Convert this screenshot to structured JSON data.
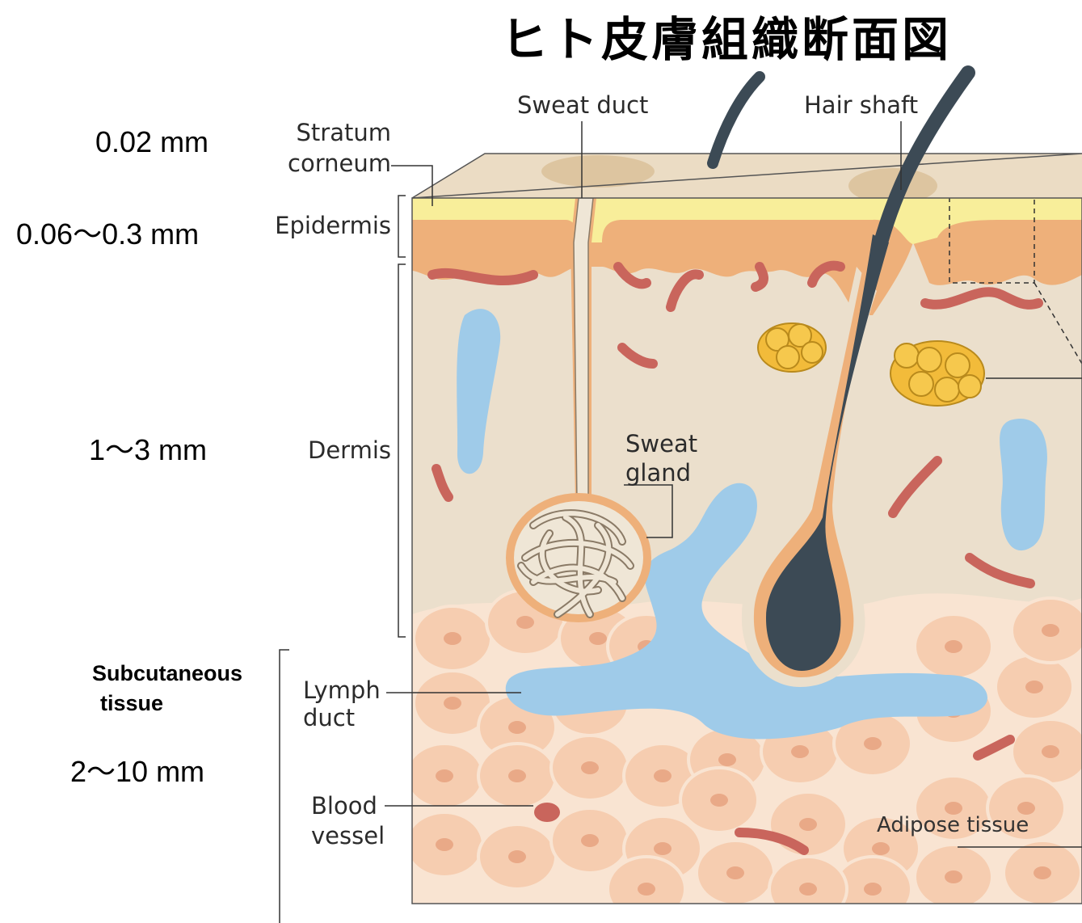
{
  "title": "ヒト皮膚組織断面図",
  "thickness": {
    "stratum_corneum": "0.02 mm",
    "epidermis": "0.06〜0.3 mm",
    "dermis": "1〜3 mm",
    "subcutaneous_heading_1": "Subcutaneous",
    "subcutaneous_heading_2": "tissue",
    "subcutaneous": "2〜10 mm"
  },
  "labels": {
    "stratum_corneum_1": "Stratum",
    "stratum_corneum_2": "corneum",
    "epidermis": "Epidermis",
    "dermis": "Dermis",
    "sweat_duct": "Sweat duct",
    "hair_shaft": "Hair shaft",
    "sweat_gland_1": "Sweat",
    "sweat_gland_2": "gland",
    "lymph_duct_1": "Lymph",
    "lymph_duct_2": "duct",
    "blood_vessel_1": "Blood",
    "blood_vessel_2": "vessel",
    "adipose_tissue": "Adipose tissue"
  },
  "colors": {
    "stratum_corneum": "#f8ee9a",
    "epidermis": "#eeb07a",
    "dermis": "#ebdfcc",
    "adipose": "#f6cdb0",
    "lymph": "#9fcbe9",
    "blood": "#c9655c",
    "hair": "#3c4a55",
    "sebaceous": "#f2bb3a"
  }
}
